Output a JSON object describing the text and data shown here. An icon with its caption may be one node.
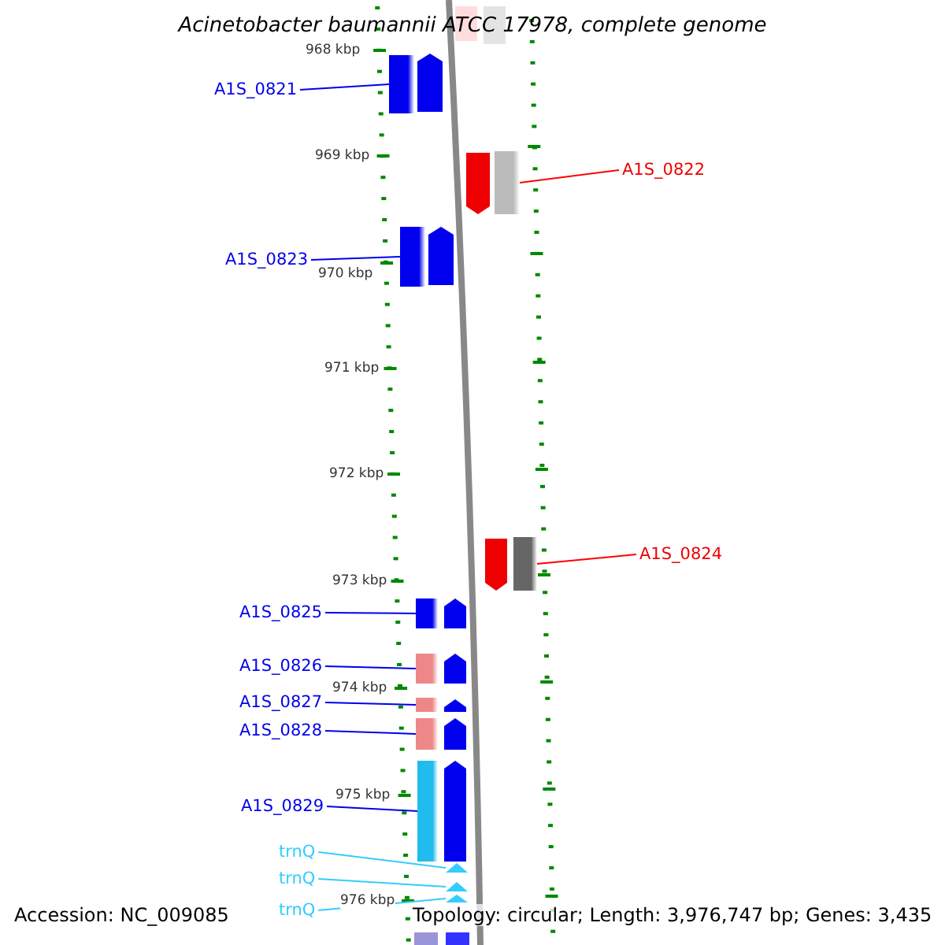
{
  "diagram": {
    "title": "Acinetobacter baumannii ATCC 17978, complete genome",
    "nodes": [
      {
        "text": [
          "A1S_0821"
        ]
      },
      {
        "text": [],
        "shape": "bar"
      },
      {
        "text": [
          "A1S_0822"
        ]
      },
      {
        "text": [],
        "shape": "bar"
      },
      {
        "text": [
          "A1S_0823"
        ]
      },
      {
        "text": [],
        "shape": "bar"
      },
      {
        "text": [
          "A1S_0824"
        ]
      },
      {
        "text": [],
        "shape": "bar"
      },
      {
        "text": [
          "A1S_0825"
        ]
      },
      {
        "text": [],
        "shape": "bar"
      },
      {
        "text": [
          "A1S_0826"
        ]
      },
      {
        "text": [],
        "shape": "bar"
      },
      {
        "text": [
          "A1S_0827"
        ]
      },
      {
        "text": [],
        "shape": "bar"
      },
      {
        "text": [
          "A1S_0828"
        ]
      },
      {
        "text": [],
        "shape": "bar"
      },
      {
        "text": [
          "A1S_0829"
        ]
      },
      {
        "text": [],
        "shape": "bar"
      },
      {
        "text": [
          "trnQ"
        ]
      },
      {
        "text": [],
        "shape": "triangle"
      },
      {
        "text": [
          "trnQ"
        ]
      },
      {
        "text": [],
        "shape": "triangle"
      },
      {
        "text": [
          "trnQ"
        ]
      },
      {
        "text": [],
        "shape": "triangle"
      }
    ],
    "edges": [
      {
        "from": 0,
        "to": 1,
        "arrow": "none"
      },
      {
        "from": 2,
        "to": 3,
        "arrow": "none",
        "color": "#ff0000"
      },
      {
        "from": 4,
        "to": 5,
        "arrow": "none"
      },
      {
        "from": 6,
        "to": 7,
        "arrow": "none",
        "color": "#ff0000"
      },
      {
        "from": 8,
        "to": 9,
        "arrow": "none"
      },
      {
        "from": 10,
        "to": 11,
        "arrow": "none"
      },
      {
        "from": 12,
        "to": 13,
        "arrow": "none"
      },
      {
        "from": 14,
        "to": 15,
        "arrow": "none"
      },
      {
        "from": 16,
        "to": 17,
        "arrow": "none"
      },
      {
        "from": 18,
        "to": 19,
        "arrow": "none",
        "color": "#33ccff"
      },
      {
        "from": 20,
        "to": 21,
        "arrow": "none",
        "color": "#33ccff"
      },
      {
        "from": 22,
        "to": 23,
        "arrow": "none",
        "color": "#33ccff"
      }
    ],
    "labels": [
      "968 kbp",
      "969 kbp",
      "970 kbp",
      "971 kbp",
      "972 kbp",
      "973 kbp",
      "974 kbp",
      "975 kbp",
      "976 kbp",
      "Accession: NC_009085",
      "Topology: circular; Length: 3,976,747 bp; Genes: 3,435"
    ]
  }
}
